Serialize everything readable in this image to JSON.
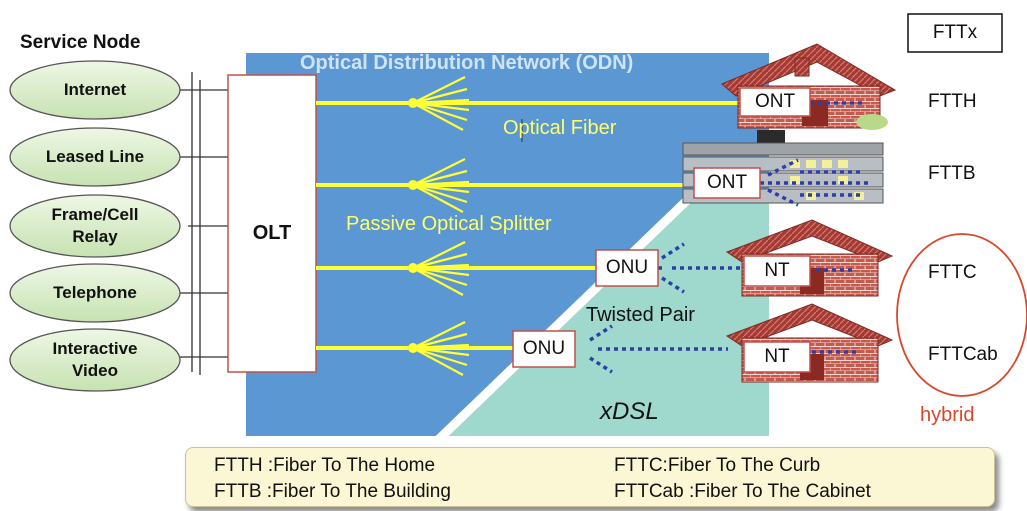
{
  "service_node": {
    "title": "Service Node",
    "nodes": [
      "Internet",
      "Leased Line",
      "Frame/Cell\nRelay",
      "Telephone",
      "Interactive\nVideo"
    ]
  },
  "olt": "OLT",
  "odn_title": "Optical Distribution Network (ODN)",
  "labels": {
    "optical_fiber": "Optical Fiber",
    "splitter": "Passive Optical Splitter",
    "twisted_pair": "Twisted Pair",
    "xdsl": "xDSL",
    "hybrid": "hybrid"
  },
  "endpoints": {
    "ont_home": "ONT",
    "ont_building": "ONT",
    "onu_curb": "ONU",
    "onu_cabinet": "ONU",
    "nt_curb": "NT",
    "nt_cabinet": "NT"
  },
  "fttx": {
    "header": "FTTx",
    "types": [
      "FTTH",
      "FTTB",
      "FTTC",
      "FTTCab"
    ]
  },
  "legend": {
    "ftth": "FTTH :Fiber To The Home",
    "fttb": "FTTB :Fiber To The Building",
    "fttc": "FTTC:Fiber To The Curb",
    "fttcab": "FTTCab :Fiber To The Cabinet"
  },
  "colors": {
    "odn_blue": "#5b97d3",
    "xdsl_teal": "#9fd8cc",
    "fiber_yellow": "#ffff33",
    "node_green": "#d8edc8",
    "brick_red": "#b5493f",
    "copper_blue": "#2b3fa8",
    "hybrid_red": "#d9472b"
  }
}
